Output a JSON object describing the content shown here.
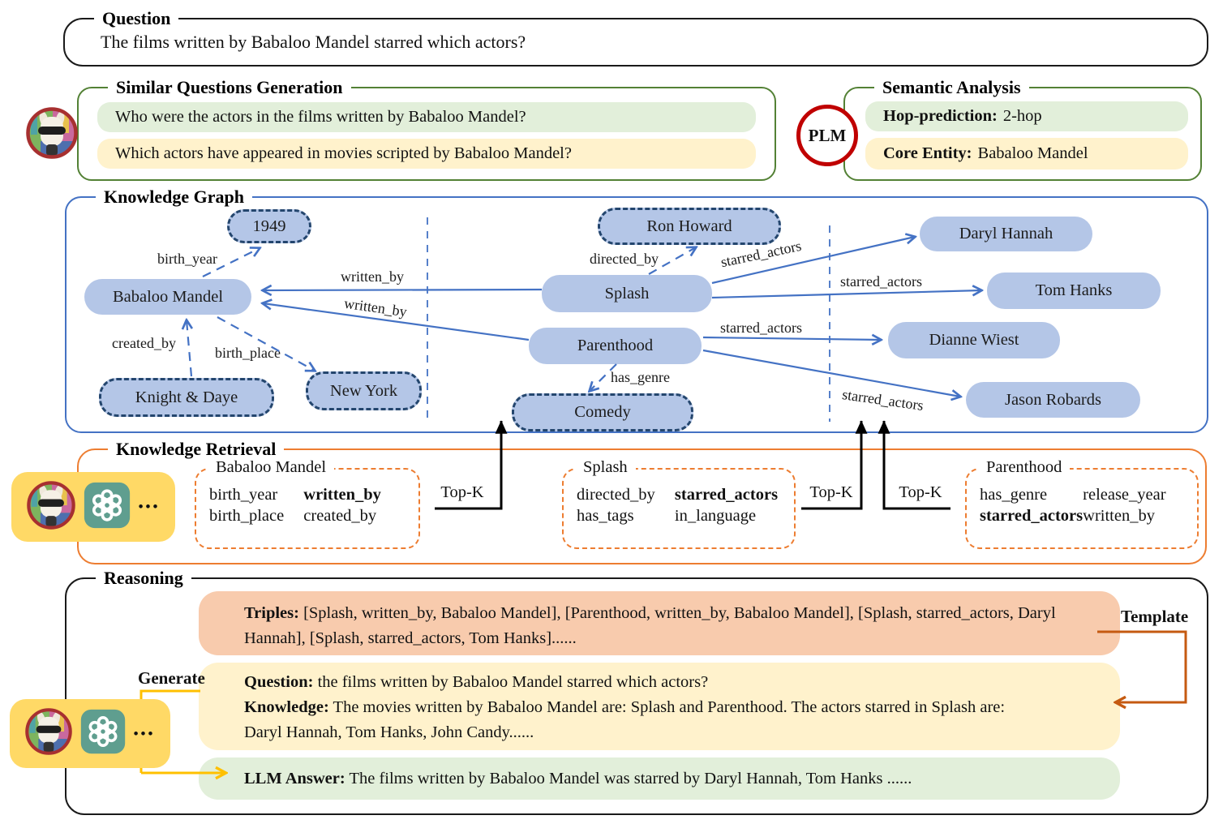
{
  "question_panel": {
    "title": "Question",
    "text": "The films written by Babaloo Mandel starred which actors?"
  },
  "similar_questions": {
    "title": "Similar Questions Generation",
    "q1": "Who were the actors in the films written by Babaloo Mandel?",
    "q2": "Which actors have appeared in movies scripted by Babaloo Mandel?"
  },
  "semantic_analysis": {
    "title": "Semantic Analysis",
    "plm_badge": "PLM",
    "hop_label": "Hop-prediction:",
    "hop_value": "2-hop",
    "core_label": "Core Entity:",
    "core_value": "Babaloo Mandel"
  },
  "knowledge_graph": {
    "title": "Knowledge Graph",
    "nodes": {
      "babaloo_mandel": "Babaloo Mandel",
      "year_1949": "1949",
      "knight_and_daye": "Knight & Daye",
      "new_york": "New York",
      "ron_howard": "Ron Howard",
      "splash": "Splash",
      "parenthood": "Parenthood",
      "comedy": "Comedy",
      "daryl_hannah": "Daryl Hannah",
      "tom_hanks": "Tom Hanks",
      "dianne_wiest": "Dianne Wiest",
      "jason_robards": "Jason Robards"
    },
    "edge_labels": {
      "birth_year": "birth_year",
      "written_by": "written_by",
      "created_by": "created_by",
      "birth_place": "birth_place",
      "directed_by": "directed_by",
      "starred_actors": "starred_actors",
      "has_genre": "has_genre"
    }
  },
  "knowledge_retrieval": {
    "title": "Knowledge Retrieval",
    "top_k": "Top-K",
    "entity_boxes": [
      {
        "title": "Babaloo Mandel",
        "relations": [
          "birth_year",
          "written_by",
          "birth_place",
          "created_by"
        ],
        "bold_relation": "written_by"
      },
      {
        "title": "Splash",
        "relations": [
          "directed_by",
          "starred_actors",
          "has_tags",
          "in_language"
        ],
        "bold_relation": "starred_actors"
      },
      {
        "title": "Parenthood",
        "relations": [
          "has_genre",
          "release_year",
          "starred_actors",
          "written_by"
        ],
        "bold_relation": "starred_actors"
      }
    ]
  },
  "reasoning": {
    "title": "Reasoning",
    "triples_label": "Triples:",
    "triples_text": "[Splash, written_by, Babaloo Mandel], [Parenthood, written_by, Babaloo Mandel], [Splash, starred_actors, Daryl Hannah], [Splash, starred_actors, Tom Hanks]......",
    "question_label": "Question:",
    "question_text": "the films written by Babaloo Mandel starred which actors?",
    "knowledge_label": "Knowledge:",
    "knowledge_text": "The movies written by Babaloo Mandel are: Splash and Parenthood. The actors starred in Splash are: Daryl Hannah, Tom Hanks, John Candy......",
    "answer_label": "LLM Answer:",
    "answer_text": "The films written by Babaloo Mandel was starred by Daryl Hannah, Tom Hanks ......",
    "template_label": "Template",
    "generate_label": "Generate"
  },
  "icons": {
    "ellipsis": "•••",
    "llama_avatar": "llama-avatar",
    "openai_logo": "openai-logo"
  },
  "colors": {
    "kg_blue": "#4472C4",
    "node_fill": "#B4C6E7",
    "node_dashed_border": "#24466E",
    "green_border": "#538135",
    "green_fill": "#E2EFDA",
    "yellow_fill": "#FFF2CC",
    "orange_border": "#ED7D31",
    "triples_fill": "#F8CBAD",
    "llm_box_yellow": "#FFD966",
    "gpt_teal": "#5F9E8F",
    "plm_ring_red": "#C00000",
    "avatar_ring_red": "#A73030",
    "template_arrow": "#C55A11",
    "generate_arrow": "#FFC000",
    "black_arrow": "#000000"
  }
}
